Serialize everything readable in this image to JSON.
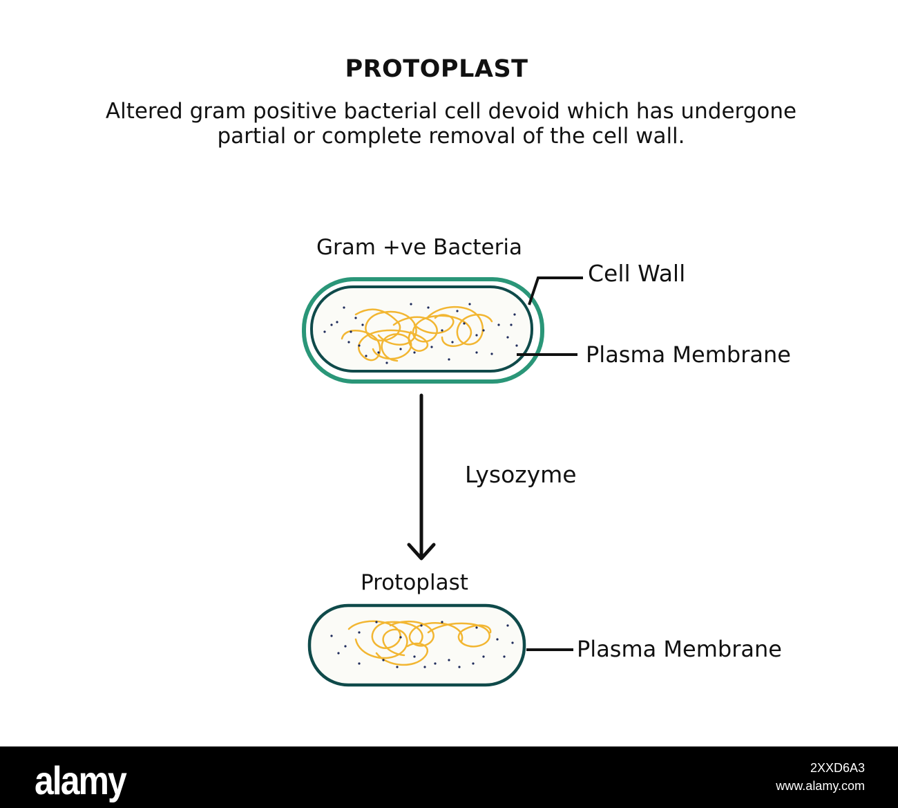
{
  "title": "PROTOPLAST",
  "description": {
    "line1": "Altered gram positive bacterial cell devoid which has undergone",
    "line2": "partial or complete removal of the cell wall."
  },
  "top_cell": {
    "label": "Gram +ve Bacteria",
    "cell_wall_label": "Cell Wall",
    "membrane_label": "Plasma Membrane"
  },
  "arrow_label": "Lysozyme",
  "bottom_cell": {
    "label": "Protoplast",
    "membrane_label": "Plasma Membrane"
  },
  "colors": {
    "cell_wall": "#2a9678",
    "membrane": "#0f4a4a",
    "dna": "#f2b632",
    "cytoplasm": "#fbfbf7",
    "granules": "#1d2a5a"
  },
  "footer": {
    "logo": "alamy",
    "image_id": "2XXD6A3",
    "site": "www.alamy.com"
  }
}
